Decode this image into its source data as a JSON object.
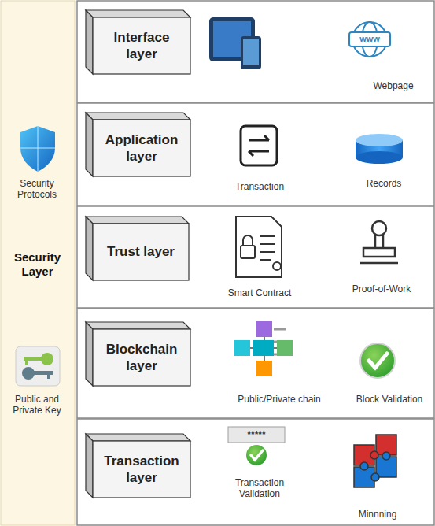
{
  "diagram": {
    "nodes": [
      {
        "text": [
          "Security Layer"
        ]
      },
      {
        "text": [
          "Interface layer"
        ]
      },
      {
        "text": [
          "Application layer"
        ]
      },
      {
        "text": [
          "Trust layer"
        ]
      },
      {
        "text": [
          "Blockchain layer"
        ]
      },
      {
        "text": [
          "Transaction layer"
        ]
      }
    ],
    "labels": [
      "Security Protocols",
      "Public and Private Key",
      "Webpage",
      "www",
      "Transaction",
      "Records",
      "Smart Contract",
      "Proof-of-Work",
      "Public/Private chain",
      "Block Validation",
      "*****",
      "Transaction Validation",
      "Minnning"
    ]
  }
}
